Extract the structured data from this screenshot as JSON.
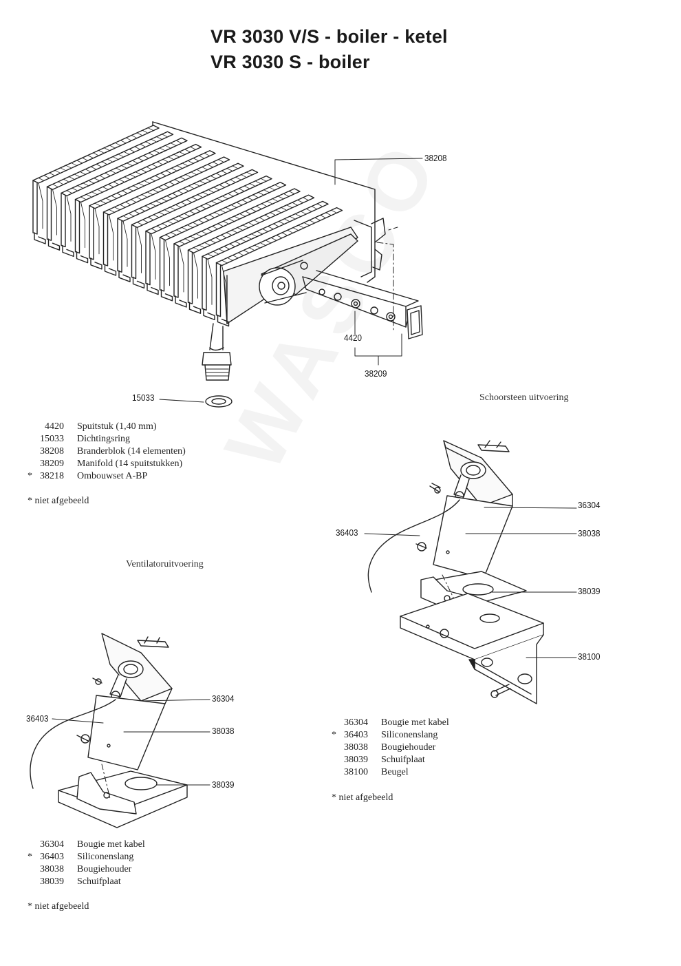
{
  "title": {
    "line1": "VR 3030 V/S - boiler - ketel",
    "line2": "VR 3030 S - boiler"
  },
  "watermark": "WASCO",
  "burner": {
    "callouts": {
      "c38208": "38208",
      "c4420": "4420",
      "c38209": "38209",
      "c15033": "15033"
    },
    "legend": [
      {
        "star": "",
        "num": "4420",
        "desc": "Spuitstuk (1,40 mm)"
      },
      {
        "star": "",
        "num": "15033",
        "desc": "Dichtingsring"
      },
      {
        "star": "",
        "num": "38208",
        "desc": "Branderblok (14 elementen)"
      },
      {
        "star": "",
        "num": "38209",
        "desc": "Manifold (14 spuitstukken)"
      },
      {
        "star": "*",
        "num": "38218",
        "desc": "Ombouwset A-BP"
      }
    ],
    "note": "*  niet afgebeeld"
  },
  "schoorsteen": {
    "caption": "Schoorsteen uitvoering",
    "callouts": {
      "c36304": "36304",
      "c36403": "36403",
      "c38038": "38038",
      "c38039": "38039",
      "c38100": "38100"
    },
    "legend": [
      {
        "star": "",
        "num": "36304",
        "desc": "Bougie met kabel"
      },
      {
        "star": "*",
        "num": "36403",
        "desc": "Siliconenslang"
      },
      {
        "star": "",
        "num": "38038",
        "desc": "Bougiehouder"
      },
      {
        "star": "",
        "num": "38039",
        "desc": "Schuifplaat"
      },
      {
        "star": "",
        "num": "38100",
        "desc": "Beugel"
      }
    ],
    "note": "*  niet afgebeeld"
  },
  "ventilator": {
    "caption": "Ventilatoruitvoering",
    "callouts": {
      "c36304": "36304",
      "c36403": "36403",
      "c38038": "38038",
      "c38039": "38039"
    },
    "legend": [
      {
        "star": "",
        "num": "36304",
        "desc": "Bougie met kabel"
      },
      {
        "star": "*",
        "num": "36403",
        "desc": "Siliconenslang"
      },
      {
        "star": "",
        "num": "38038",
        "desc": "Bougiehouder"
      },
      {
        "star": "",
        "num": "38039",
        "desc": "Schuifplaat"
      }
    ],
    "note": "*  niet afgebeeld"
  }
}
